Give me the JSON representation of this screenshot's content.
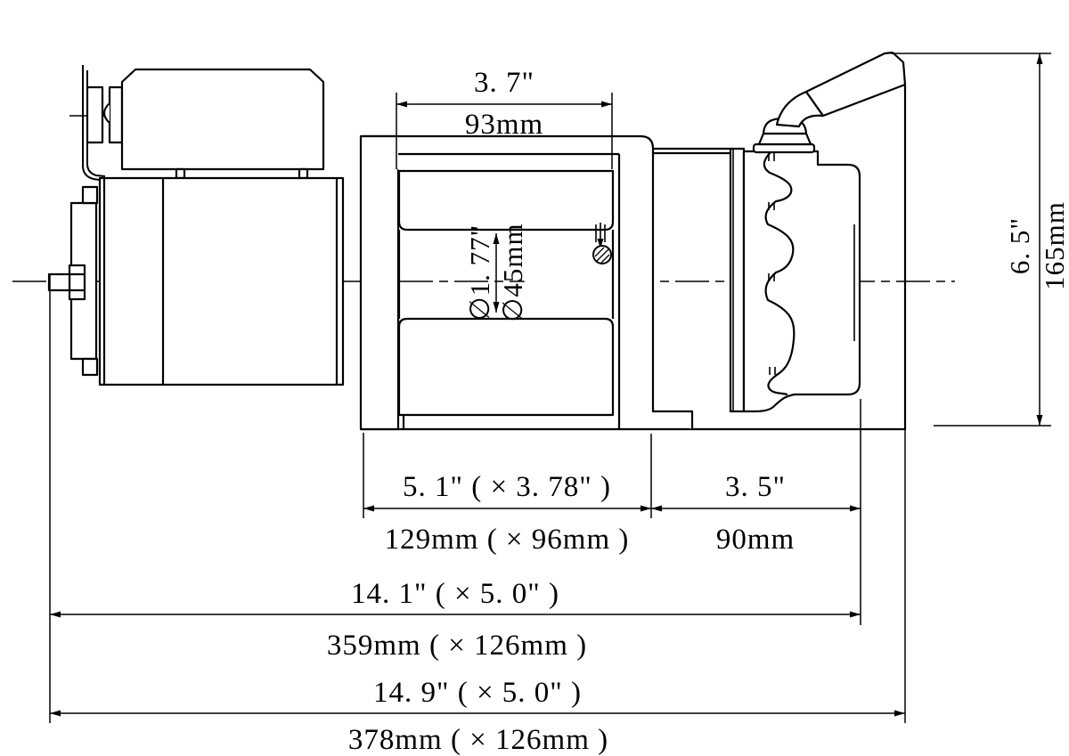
{
  "drawing": {
    "subject": "winch side-view technical drawing",
    "background_color": "#ffffff",
    "line_color": "#000000",
    "dims": {
      "drum_width": {
        "inch": "3. 7\"",
        "mm": "93mm"
      },
      "drum_diameter": {
        "inch": "∅1. 77\"",
        "mm": "∅45mm"
      },
      "overall_height": {
        "inch": "6. 5\"",
        "mm": "165mm"
      },
      "drum_section": {
        "inch": "5. 1\" ( × 3. 78\" )",
        "mm": "129mm ( × 96mm )"
      },
      "gear_section": {
        "inch": "3. 5\"",
        "mm": "90mm"
      },
      "mount_length": {
        "inch": "14. 1\" ( × 5. 0\" )",
        "mm": "359mm ( × 126mm )"
      },
      "overall_length": {
        "inch": "14. 9\" ( × 5. 0\" )",
        "mm": "378mm ( × 126mm )"
      }
    }
  }
}
